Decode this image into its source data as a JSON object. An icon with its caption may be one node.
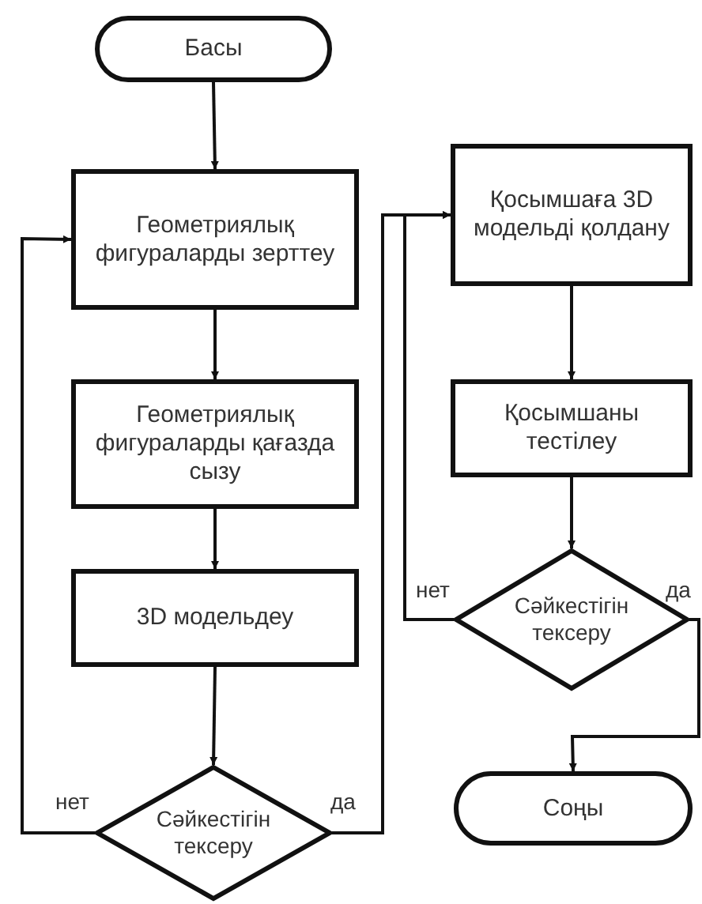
{
  "diagram": {
    "nodes": [
      {
        "text": [
          "Басы"
        ]
      },
      {
        "text": [
          "Геометриялық фигураларды зерттеу"
        ]
      },
      {
        "text": [
          "Геометриялық фигураларды қағазда сызу"
        ]
      },
      {
        "text": [
          "3D модельдеу"
        ]
      },
      {
        "text": [
          "Сәйкестігін тексеру"
        ]
      },
      {
        "text": [
          "Қосымшаға 3D модельді қолдану"
        ]
      },
      {
        "text": [
          "Қосымшаны тестілеу"
        ]
      },
      {
        "text": [
          "Сәйкестігін тексеру"
        ]
      },
      {
        "text": [
          "Соңы"
        ]
      }
    ],
    "edges": [
      {
        "from": 0,
        "to": 1,
        "arrow": "to"
      },
      {
        "from": 1,
        "to": 2,
        "arrow": "to"
      },
      {
        "from": 2,
        "to": 3,
        "arrow": "to"
      },
      {
        "from": 3,
        "to": 4,
        "arrow": "to"
      },
      {
        "from": 4,
        "to": 1,
        "arrow": "to",
        "label": "нет"
      },
      {
        "from": 4,
        "to": 5,
        "arrow": "to",
        "label": "да"
      },
      {
        "from": 5,
        "to": 6,
        "arrow": "to"
      },
      {
        "from": 6,
        "to": 7,
        "arrow": "to"
      },
      {
        "from": 7,
        "to": 5,
        "arrow": "to",
        "label": "нет"
      },
      {
        "from": 7,
        "to": 8,
        "arrow": "to",
        "label": "да"
      }
    ]
  }
}
